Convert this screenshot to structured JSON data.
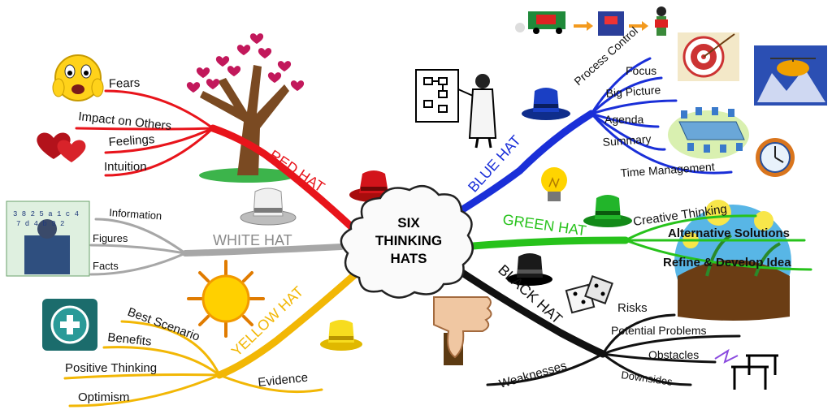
{
  "center": {
    "line1": "SIX",
    "line2": "THINKING",
    "line3": "HATS"
  },
  "branches": {
    "red": {
      "label": "RED HAT",
      "color": "#e8141b",
      "items": [
        "Fears",
        "Impact on Others",
        "Feelings",
        "Intuition"
      ]
    },
    "white": {
      "label": "WHITE HAT",
      "color": "#a7a7a7",
      "items": [
        "Information",
        "Figures",
        "Facts"
      ]
    },
    "yellow": {
      "label": "YELLOW HAT",
      "color": "#f2b705",
      "items": [
        "Best Scenario",
        "Benefits",
        "Positive Thinking",
        "Optimism",
        "Evidence"
      ]
    },
    "blue": {
      "label": "BLUE HAT",
      "color": "#1a2fd8",
      "items": [
        "Process Control",
        "Focus",
        "Big Picture",
        "Agenda",
        "Summary",
        "Time Management"
      ]
    },
    "green": {
      "label": "GREEN HAT",
      "color": "#27c21b",
      "items": [
        "Creative Thinking",
        "Alternative Solutions",
        "Refine & Develop Idea"
      ]
    },
    "black": {
      "label": "BLACK HAT",
      "color": "#111111",
      "items": [
        "Risks",
        "Potential Problems",
        "Obstacles",
        "Downsides",
        "Weaknesses"
      ]
    }
  },
  "icons": [
    "scared-face-icon",
    "tree-with-hearts-icon",
    "hearts-icon",
    "red-hat-icon",
    "data-board-icon",
    "white-hat-icon",
    "sun-icon",
    "plus-button-icon",
    "yellow-hat-icon",
    "truck-process-icon",
    "presenter-chart-icon",
    "blue-hat-icon",
    "target-icon",
    "helicopter-icon",
    "meeting-table-icon",
    "clock-icon",
    "light-bulb-icon",
    "green-hat-icon",
    "green-idea-globe-icon",
    "black-hat-icon",
    "dice-icon",
    "thumbs-down-icon",
    "hurdles-icon"
  ]
}
